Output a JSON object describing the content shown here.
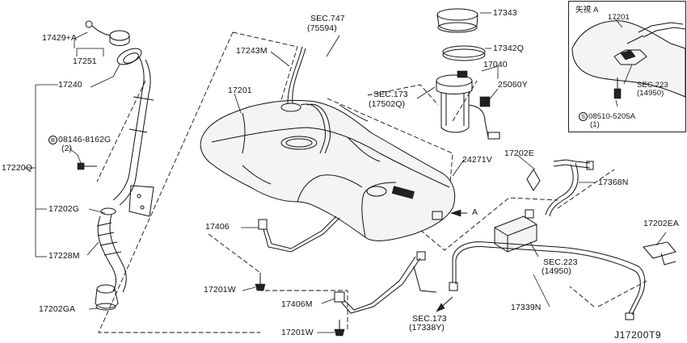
{
  "diagram_code": "J17200T9",
  "inset": {
    "view_label": "矢視 A",
    "part_tank": "17201",
    "sec_number": "SEC.223",
    "sec_ref": "(14950)",
    "screw_part": "08510-5205A",
    "screw_qty": "(1)",
    "screw_symbol": "S"
  },
  "labels": {
    "p17429A": "17429+A",
    "p17251": "17251",
    "p17240": "17240",
    "p17220Q": "17220Q",
    "bolt_part": "08146-8162G",
    "bolt_qty": "(2)",
    "bolt_symbol": "B",
    "p17202G": "17202G",
    "p17228M": "17228M",
    "p17202GA": "17202GA",
    "p17243M": "17243M",
    "p17201_main": "17201",
    "sec747": "SEC.747",
    "sec747_ref": "(75594)",
    "p17343": "17343",
    "p17342Q": "17342Q",
    "p17040": "17040",
    "sec173a": "SEC.173",
    "sec173a_ref": "(17502Q)",
    "p25060Y": "25060Y",
    "p24271V": "24271V",
    "p17202E": "17202E",
    "p17368N": "17368N",
    "arrow_a": "A",
    "p17406": "17406",
    "p17201W_a": "17201W",
    "p17406M": "17406M",
    "p17201W_b": "17201W",
    "sec173b": "SEC.173",
    "sec173b_ref": "(17338Y)",
    "sec223": "SEC.223",
    "sec223_ref": "(14950)",
    "p17339N": "17339N",
    "p17202EA": "17202EA"
  }
}
